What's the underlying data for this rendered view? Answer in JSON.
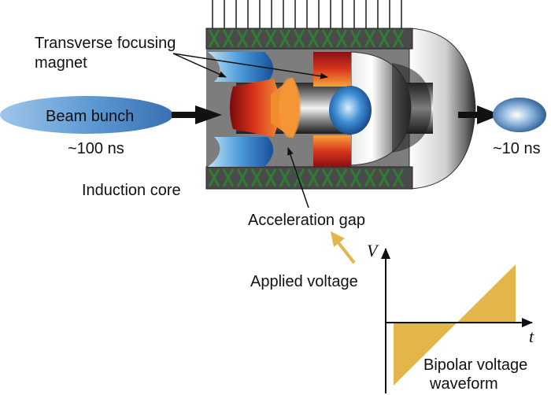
{
  "labels": {
    "magnet": [
      "Transverse focusing",
      "magnet"
    ],
    "beam_bunch": "Beam bunch",
    "pulse_in": "~100 ns",
    "pulse_out": "~10 ns",
    "induction_core": "Induction core",
    "acceleration_gap": "Acceleration gap",
    "applied_voltage": "Applied voltage",
    "axis_v": "V",
    "axis_t": "t",
    "waveform": [
      "Bipolar voltage",
      "waveform"
    ]
  },
  "colors": {
    "waveform_fill": "#E2B64A",
    "arrow_applied": "#E2B64A",
    "core_winding": "#2E7D32",
    "beam": "#4F8FCF",
    "magnet_red": "#C0261B",
    "magnet_blue": "#2F7CC8"
  }
}
